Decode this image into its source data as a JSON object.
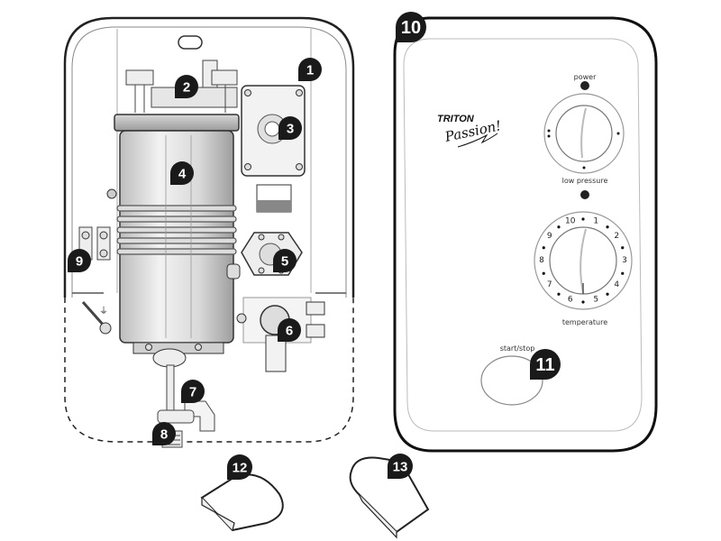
{
  "diagram": {
    "title": "Shower unit exploded parts diagram",
    "brand": {
      "name": "TRITON",
      "model": "Passion!"
    },
    "callouts": [
      {
        "number": "1",
        "part": "unit-top-right-component"
      },
      {
        "number": "2",
        "part": "thermal-cutout"
      },
      {
        "number": "3",
        "part": "pressure-switch"
      },
      {
        "number": "4",
        "part": "heater-tank"
      },
      {
        "number": "5",
        "part": "flow-valve"
      },
      {
        "number": "6",
        "part": "solenoid-valve"
      },
      {
        "number": "7",
        "part": "outlet-pipe"
      },
      {
        "number": "8",
        "part": "inlet-connector"
      },
      {
        "number": "9",
        "part": "terminal-block"
      },
      {
        "number": "10",
        "part": "front-cover"
      },
      {
        "number": "11",
        "part": "start-stop-button"
      },
      {
        "number": "12",
        "part": "cap-a"
      },
      {
        "number": "13",
        "part": "cap-b"
      }
    ],
    "panel": {
      "power_label": "power",
      "low_pressure_label": "low pressure",
      "temperature_label": "temperature",
      "start_stop_label": "start/stop",
      "temperature_dial": [
        "1",
        "2",
        "3",
        "4",
        "5",
        "6",
        "7",
        "8",
        "9",
        "10"
      ]
    }
  }
}
